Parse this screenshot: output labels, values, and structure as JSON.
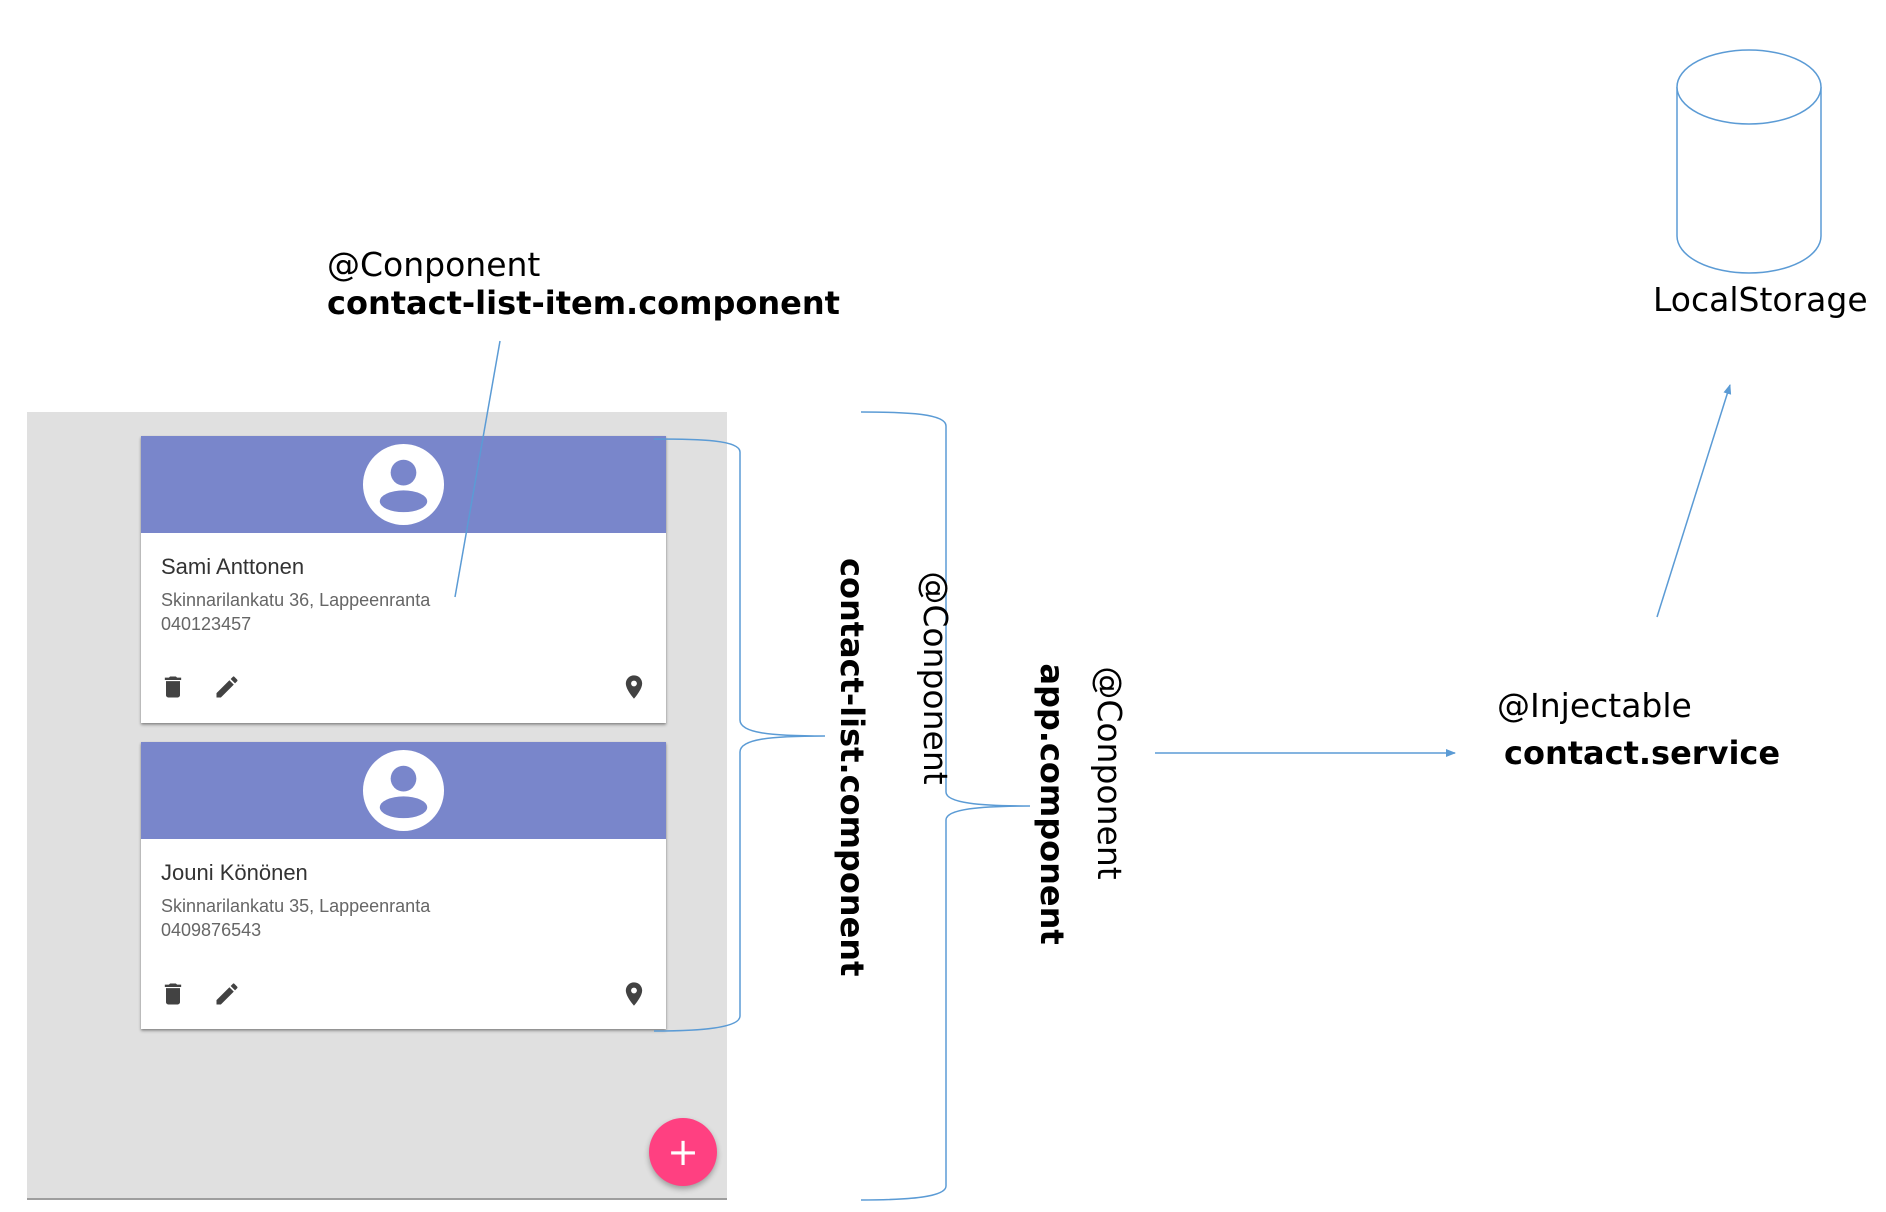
{
  "annotations": {
    "list_item": {
      "decorator": "@Conponent",
      "name": "contact-list-item.component"
    },
    "contact_list": {
      "decorator": "@Conponent",
      "name": "contact-list.component"
    },
    "app": {
      "decorator": "@Conponent",
      "name": "app.component"
    },
    "service": {
      "decorator": "@Injectable",
      "name": "contact.service"
    },
    "storage": {
      "label": "LocalStorage"
    }
  },
  "contacts": [
    {
      "name": "Sami Anttonen",
      "address": "Skinnarilankatu 36, Lappeenranta",
      "phone": "040123457"
    },
    {
      "name": "Jouni Könönen",
      "address": "Skinnarilankatu 35, Lappeenranta",
      "phone": "0409876543"
    }
  ],
  "fab": {
    "label": "+"
  },
  "icons": {
    "avatar": "account-circle-icon",
    "delete": "trash-icon",
    "edit": "pencil-icon",
    "location": "map-pin-icon"
  },
  "colors": {
    "card_header": "#7986cb",
    "panel": "#e0e0e0",
    "fab": "#ff4081",
    "connector": "#5b9bd5"
  }
}
